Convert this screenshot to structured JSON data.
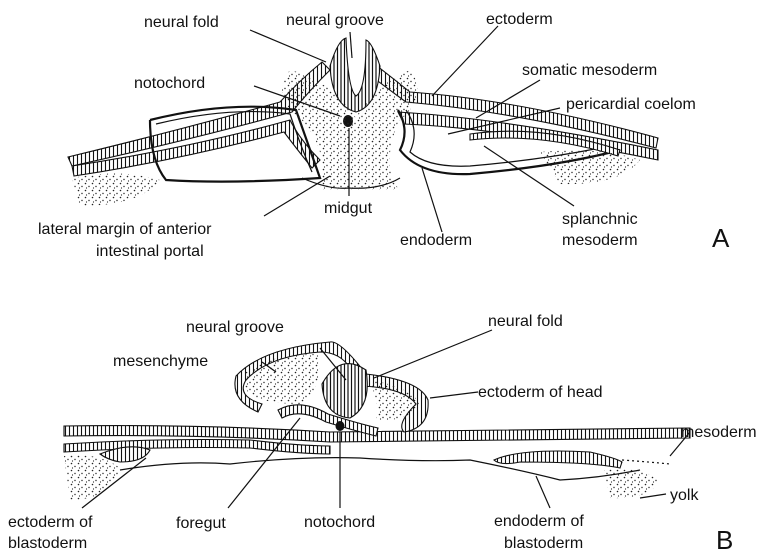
{
  "panels": {
    "a": {
      "letter": "A",
      "labels": {
        "neural_fold": "neural  fold",
        "neural_groove": "neural  groove",
        "ectoderm": "ectoderm",
        "notochord": "notochord",
        "somatic_mesoderm": "somatic  mesoderm",
        "pericardial_coelom": "pericardial  coelom",
        "midgut": "midgut",
        "lateral_margin_line1": "lateral  margin  of  anterior",
        "lateral_margin_line2": "intestinal  portal",
        "endoderm": "endoderm",
        "splanchnic_line1": "splanchnic",
        "splanchnic_line2": "mesoderm"
      }
    },
    "b": {
      "letter": "B",
      "labels": {
        "neural_groove": "neural  groove",
        "neural_fold": "neural  fold",
        "mesenchyme": "mesenchyme",
        "ectoderm_of_head": "ectoderm  of  head",
        "mesoderm": "mesoderm",
        "yolk": "yolk",
        "ectoderm_of_blastoderm_line1": "ectoderm  of",
        "ectoderm_of_blastoderm_line2": "blastoderm",
        "foregut": "foregut",
        "notochord": "notochord",
        "endoderm_of_blastoderm_line1": "endoderm  of",
        "endoderm_of_blastoderm_line2": "blastoderm"
      }
    }
  }
}
